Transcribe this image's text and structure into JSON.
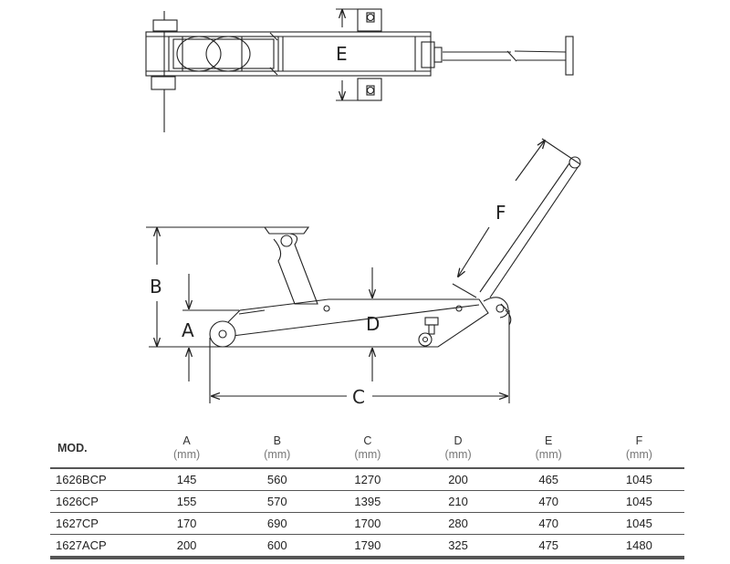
{
  "diagram": {
    "labels": {
      "a": "A",
      "b": "B",
      "c": "C",
      "d": "D",
      "e": "E",
      "f": "F"
    }
  },
  "table": {
    "model_header": "MOD.",
    "unit": "(mm)",
    "columns": [
      "A",
      "B",
      "C",
      "D",
      "E",
      "F"
    ],
    "rows": [
      {
        "model": "1626BCP",
        "values": [
          "145",
          "560",
          "1270",
          "200",
          "465",
          "1045"
        ]
      },
      {
        "model": "1626CP",
        "values": [
          "155",
          "570",
          "1395",
          "210",
          "470",
          "1045"
        ]
      },
      {
        "model": "1627CP",
        "values": [
          "170",
          "690",
          "1700",
          "280",
          "470",
          "1045"
        ]
      },
      {
        "model": "1627ACP",
        "values": [
          "200",
          "600",
          "1790",
          "325",
          "475",
          "1480"
        ]
      }
    ]
  }
}
